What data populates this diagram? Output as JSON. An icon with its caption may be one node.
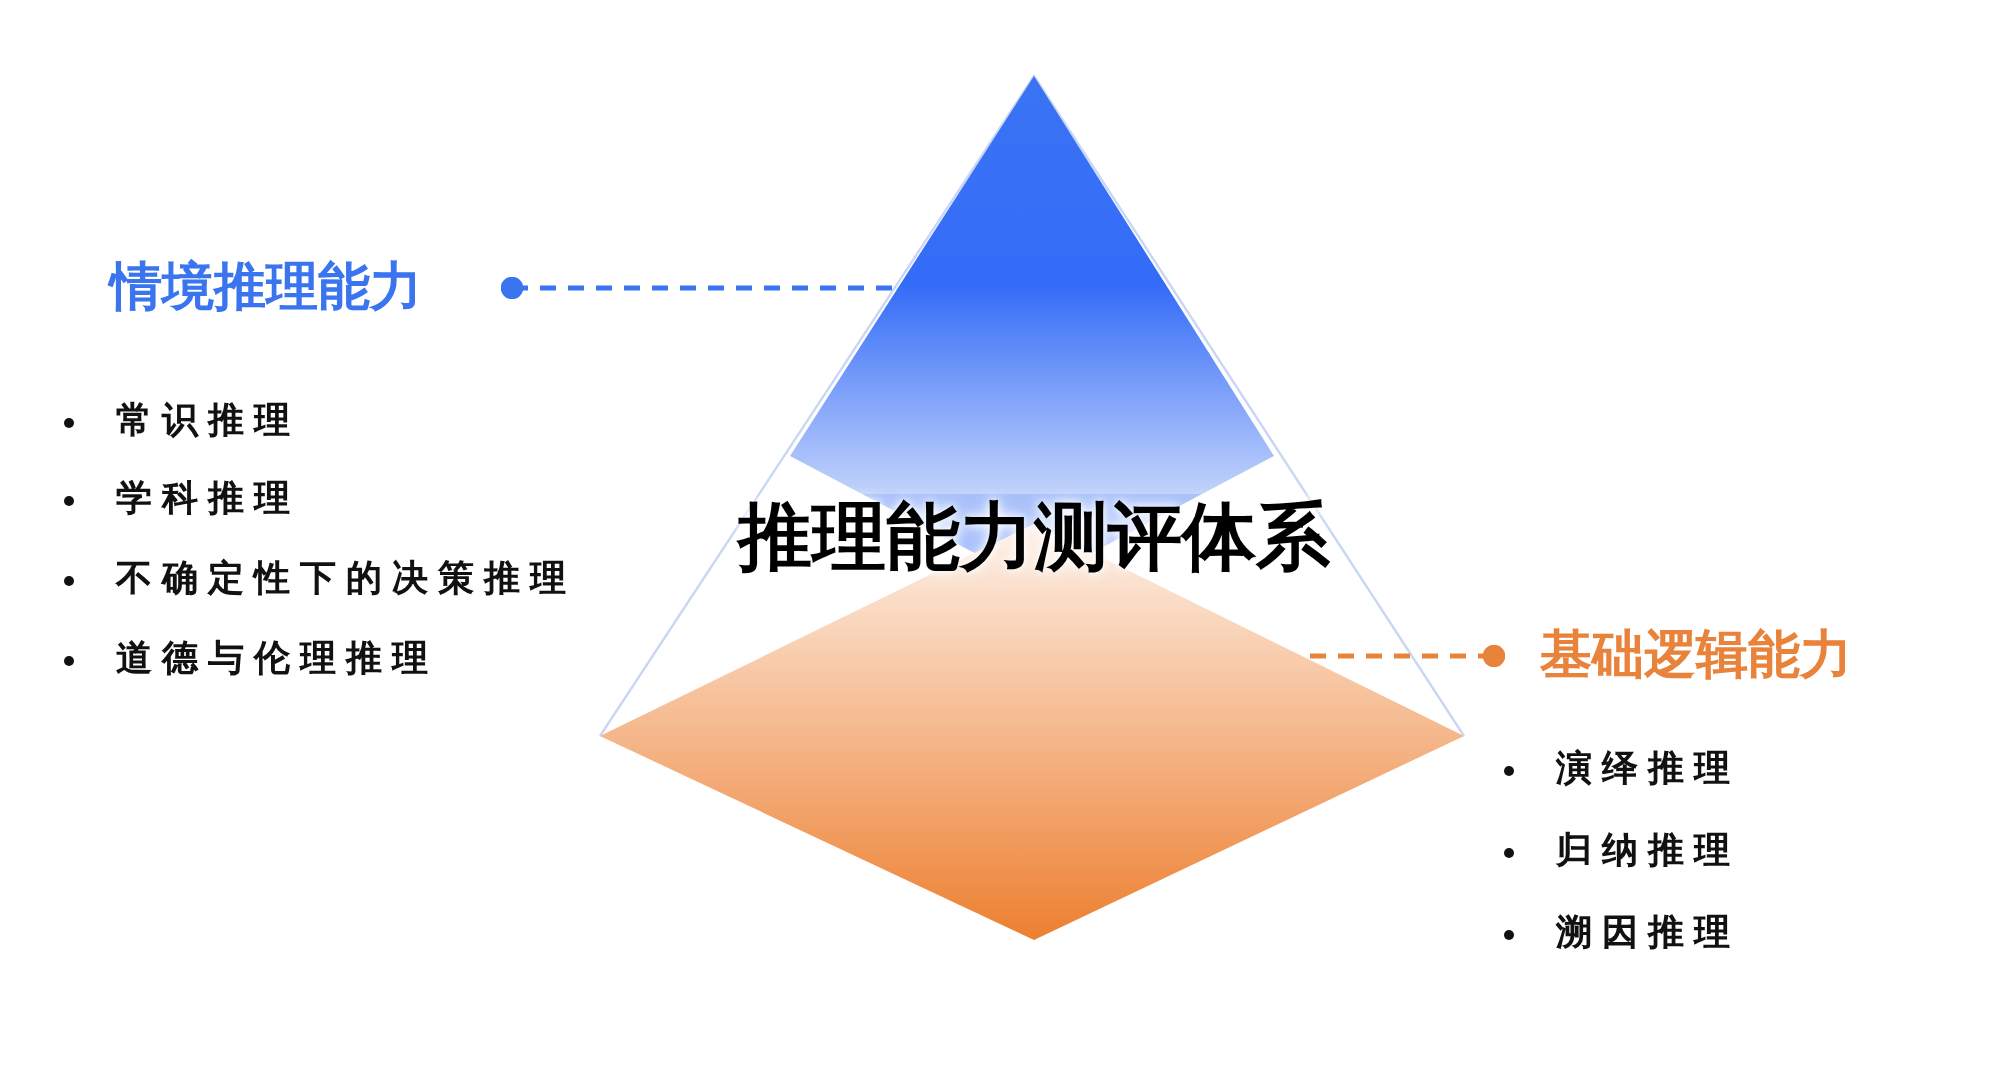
{
  "diagram": {
    "title": "推理能力测评体系",
    "nodes": [
      {
        "text": [
          "情境推理能力"
        ]
      },
      {
        "text": [],
        "shape": "triangle"
      },
      {
        "text": [],
        "shape": "diamond"
      },
      {
        "text": [
          "基础逻辑能力"
        ]
      }
    ],
    "edges": [
      {
        "from": 0,
        "to": 1,
        "arrow": "other",
        "style": "dashed",
        "color": "#3a74ee"
      },
      {
        "from": 3,
        "to": 2,
        "arrow": "other",
        "style": "dashed",
        "color": "#e9833c"
      }
    ],
    "labels": [
      "常识推理",
      "学科推理",
      "不确定性下的决策推理",
      "道德与伦理推理",
      "演绎推理",
      "归纳推理",
      "溯因推理"
    ]
  }
}
